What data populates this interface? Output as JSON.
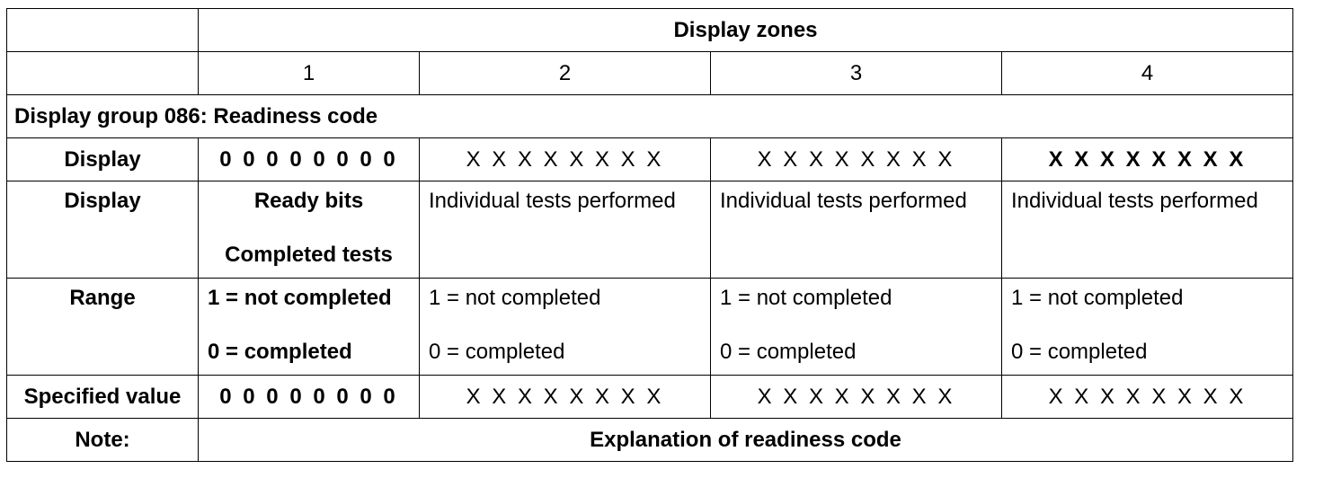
{
  "table": {
    "header": {
      "title": "Display zones",
      "zones": [
        "1",
        "2",
        "3",
        "4"
      ]
    },
    "group_title": "Display group 086: Readiness code",
    "rows": {
      "display_values": {
        "label": "Display",
        "zone1": "0 0 0 0 0 0 0 0",
        "zone2": "X X X X X X X X",
        "zone3": "X X X X X X X X",
        "zone4": "X X X X X X X X"
      },
      "display_meaning": {
        "label": "Display",
        "zone1_line1": "Ready bits",
        "zone1_line2": "Completed tests",
        "zone2": "Individual tests performed",
        "zone3": "Individual tests performed",
        "zone4": "Individual tests performed"
      },
      "range": {
        "label": "Range",
        "zone1_line1": "1 = not completed",
        "zone1_line2": "0 = completed",
        "zone2_line1": "1 = not completed",
        "zone2_line2": "0 = completed",
        "zone3_line1": "1 = not completed",
        "zone3_line2": "0 = completed",
        "zone4_line1": "1 = not completed",
        "zone4_line2": "0 = completed"
      },
      "specified_value": {
        "label": "Specified value",
        "zone1": "0 0 0 0 0 0 0 0",
        "zone2": "X X X X X X X X",
        "zone3": "X X X X X X X X",
        "zone4": "X X X X X X X X"
      },
      "note": {
        "label": "Note:",
        "text": "Explanation of readiness code"
      }
    }
  }
}
